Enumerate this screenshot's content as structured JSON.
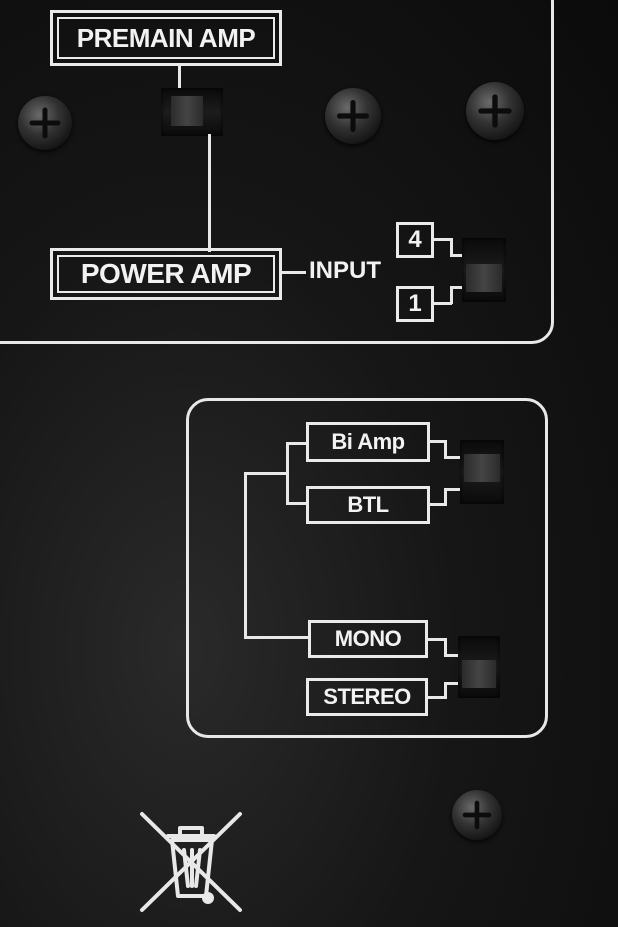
{
  "top_panel": {
    "premain_label": "PREMAIN AMP",
    "power_label": "POWER AMP",
    "input_label": "INPUT",
    "input_options": [
      "4",
      "1"
    ]
  },
  "bottom_panel": {
    "mode_options": [
      "Bi Amp",
      "BTL"
    ],
    "output_options": [
      "MONO",
      "STEREO"
    ]
  },
  "icons": {
    "screws": "phillips-screw-icon",
    "recycling": "crossed-out-wheelie-bin-icon"
  },
  "colors": {
    "panel": "#111111",
    "print": "#eaeaea"
  }
}
